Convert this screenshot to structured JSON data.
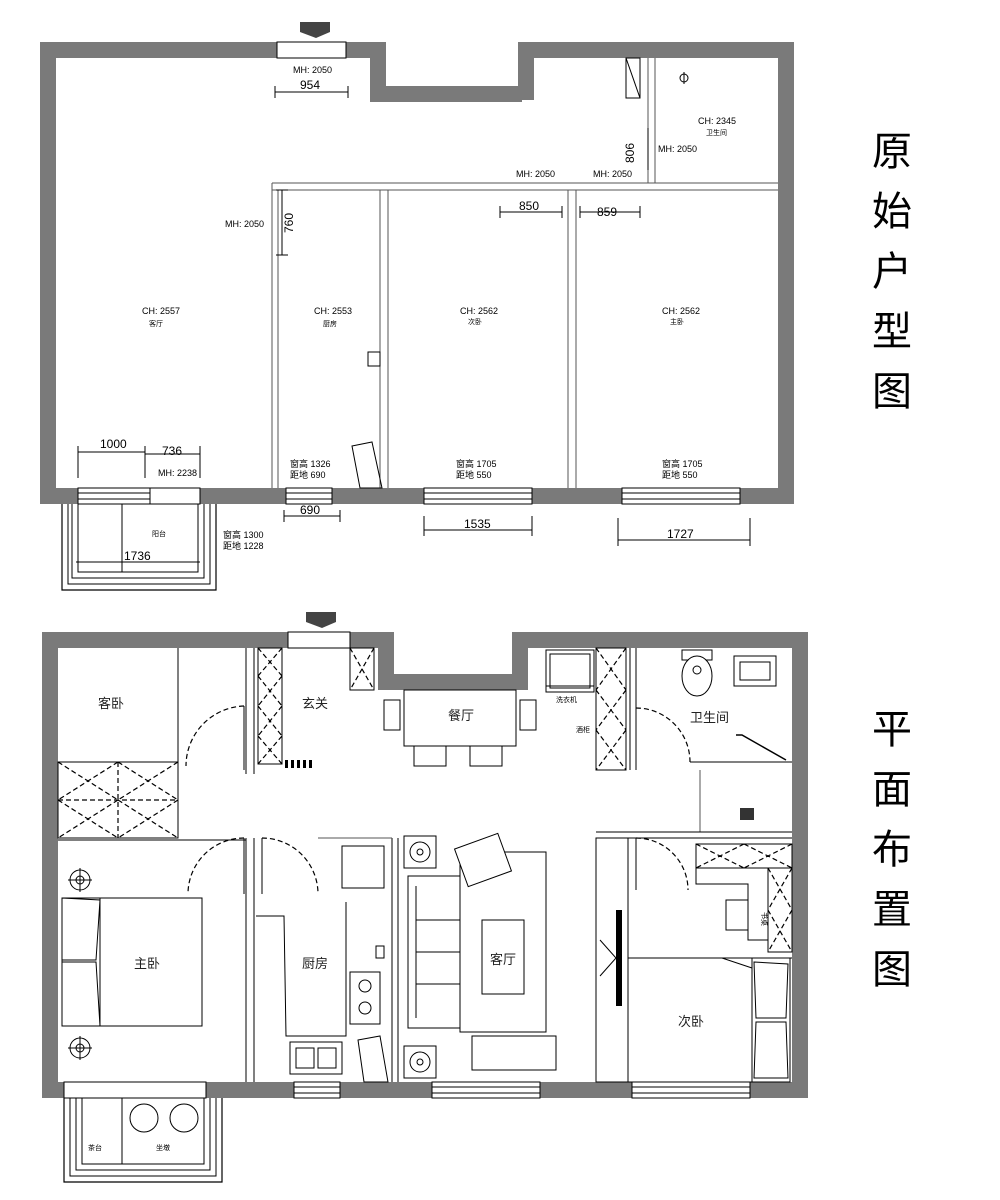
{
  "titles": {
    "original_plan": [
      "原",
      "始",
      "户",
      "型",
      "图"
    ],
    "layout_plan": [
      "平",
      "面",
      "布",
      "置",
      "图"
    ]
  },
  "original": {
    "dims": {
      "entry_door_width": "954",
      "entry_door_mh": "MH: 2050",
      "bath_ch": "CH: 2345",
      "bath_label": "卫生间",
      "bath_door_mh": "MH: 2050",
      "bath_door_len": "806",
      "room2_door_mh": "MH: 2050",
      "room2_door_width": "850",
      "room3_door_mh": "MH: 2050",
      "room3_door_width": "859",
      "kitchen_door_mh": "MH: 2050",
      "kitchen_door_len": "760",
      "balcony_door_mh": "MH: 2238",
      "balcony_left_dim": "1000",
      "balcony_door_dim": "736",
      "balcony_width": "1736",
      "balcony_window_h": "窗高 1300",
      "balcony_window_sill": "距地 1228",
      "balcony_label": "阳台",
      "kitchen_win_h": "窗高 1326",
      "kitchen_win_sill": "距地 690",
      "kitchen_win_width": "690",
      "mid_win_h": "窗高 1705",
      "mid_win_sill": "距地 550",
      "mid_win_width": "1535",
      "right_win_h": "窗高 1705",
      "right_win_sill": "距地 550",
      "right_win_width": "1727"
    },
    "rooms": [
      {
        "ch": "CH: 2557",
        "label": "客厅"
      },
      {
        "ch": "CH: 2553",
        "label": "厨房"
      },
      {
        "ch": "CH: 2562",
        "label": "次卧"
      },
      {
        "ch": "CH: 2562",
        "label": "主卧"
      }
    ]
  },
  "layout": {
    "rooms": {
      "guest_bedroom": "客卧",
      "entrance": "玄关",
      "dining": "餐厅",
      "bathroom": "卫生间",
      "master_bedroom": "主卧",
      "kitchen": "厨房",
      "living": "客厅",
      "second_bedroom": "次卧",
      "tea_table": "茶台",
      "cushion": "坐墩",
      "washer": "洗衣机",
      "wine_cabinet": "酒柜",
      "desk": "书桌"
    }
  }
}
